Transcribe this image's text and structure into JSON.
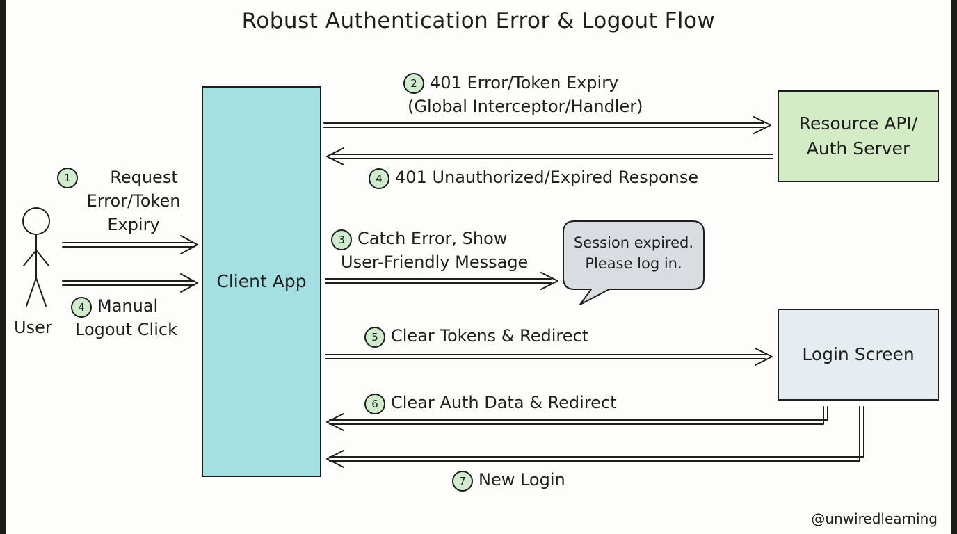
{
  "title": "Robust Authentication Error & Logout Flow",
  "actors": {
    "user": "User",
    "client": "Client App",
    "resource": [
      "Resource API/",
      "Auth Server"
    ],
    "login": "Login Screen"
  },
  "bubble": [
    "Session expired.",
    "Please log in."
  ],
  "steps": {
    "s1": {
      "num": "1",
      "lines": [
        "Request",
        "Error/Token",
        "Expiry"
      ]
    },
    "s2": {
      "num": "2",
      "lines": [
        "401 Error/Token Expiry",
        "(Global Interceptor/Handler)"
      ]
    },
    "s3": {
      "num": "3",
      "lines": [
        "Catch Error, Show",
        "User-Friendly Message"
      ]
    },
    "s4a": {
      "num": "4",
      "lines": [
        "401 Unauthorized/Expired Response"
      ]
    },
    "s4b": {
      "num": "4",
      "lines": [
        "Manual",
        "Logout Click"
      ]
    },
    "s5": {
      "num": "5",
      "lines": [
        "Clear Tokens & Redirect"
      ]
    },
    "s6": {
      "num": "6",
      "lines": [
        "Clear Auth Data & Redirect"
      ]
    },
    "s7": {
      "num": "7",
      "lines": [
        "New Login"
      ]
    }
  },
  "watermark": "@unwiredlearning",
  "colors": {
    "client": "#a4dfe2",
    "resource": "#d3ecc6",
    "login": "#e6edf1",
    "bubble": "#d9dde1",
    "badge": "#cfeccd"
  }
}
